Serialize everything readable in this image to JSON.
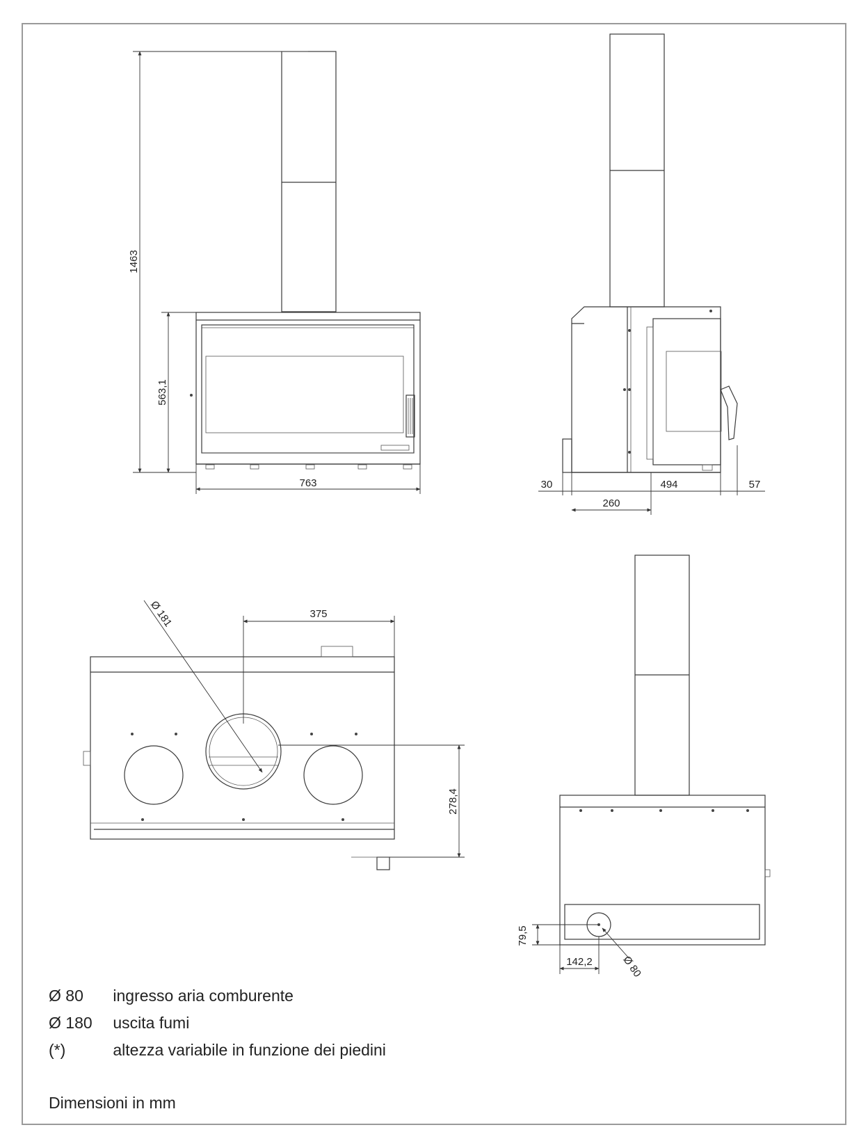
{
  "dimensions": {
    "front_total_height": "1463",
    "front_body_height": "563,1",
    "front_width": "763",
    "side_rear_offset": "30",
    "side_depth": "494",
    "side_handle": "57",
    "side_flue_pos": "260",
    "top_flue_diameter": "Ø 181",
    "top_flue_offset": "375",
    "top_flue_depth": "278,4",
    "rear_inlet_height": "79,5",
    "rear_inlet_offset": "142,2",
    "rear_inlet_diameter": "Ø 80"
  },
  "legend": [
    {
      "key": "Ø 80",
      "text": "ingresso aria comburente"
    },
    {
      "key": "Ø 180",
      "text": "uscita fumi"
    },
    {
      "key": "(*)",
      "text": "altezza variabile in funzione dei piedini"
    }
  ],
  "units_note": "Dimensioni in mm",
  "colors": {
    "line": "#3a3a3a",
    "frame": "#9a9a9a"
  }
}
